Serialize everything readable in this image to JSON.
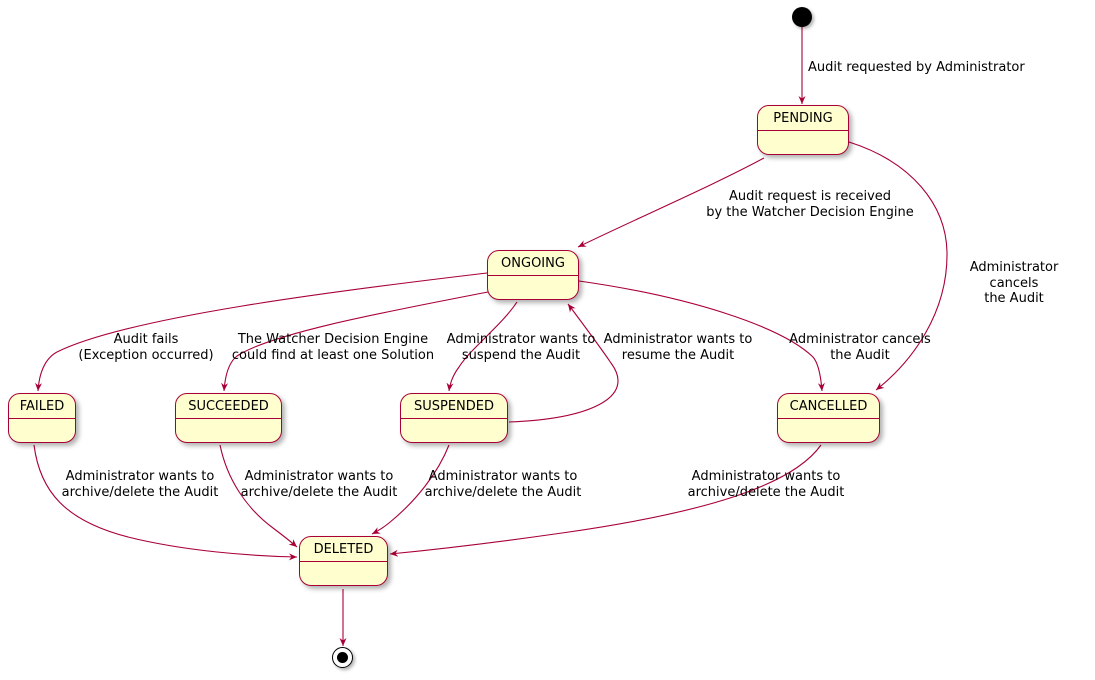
{
  "diagram": {
    "type": "state-machine",
    "colors": {
      "state_fill": "#fefece",
      "state_border": "#a80036",
      "edge": "#a80036",
      "text": "#000000",
      "background": "#ffffff"
    },
    "states": {
      "pending": "PENDING",
      "ongoing": "ONGOING",
      "failed": "FAILED",
      "succeeded": "SUCCEEDED",
      "suspended": "SUSPENDED",
      "cancelled": "CANCELLED",
      "deleted": "DELETED"
    },
    "edges": [
      {
        "from": "initial",
        "to": "pending",
        "label": "Audit requested by Administrator"
      },
      {
        "from": "pending",
        "to": "ongoing",
        "label": "Audit request is received\nby the Watcher Decision Engine"
      },
      {
        "from": "pending",
        "to": "cancelled",
        "label": "Administrator cancels\nthe Audit"
      },
      {
        "from": "ongoing",
        "to": "failed",
        "label": "Audit fails\n(Exception occurred)"
      },
      {
        "from": "ongoing",
        "to": "succeeded",
        "label": "The Watcher Decision Engine\ncould find at least one Solution"
      },
      {
        "from": "ongoing",
        "to": "suspended",
        "label": "Administrator wants to\nsuspend the Audit"
      },
      {
        "from": "suspended",
        "to": "ongoing",
        "label": "Administrator wants to\nresume the Audit"
      },
      {
        "from": "ongoing",
        "to": "cancelled",
        "label": "Administrator cancels\nthe Audit"
      },
      {
        "from": "failed",
        "to": "deleted",
        "label": "Administrator wants to\narchive/delete the Audit"
      },
      {
        "from": "succeeded",
        "to": "deleted",
        "label": "Administrator wants to\narchive/delete the Audit"
      },
      {
        "from": "suspended",
        "to": "deleted",
        "label": "Administrator wants to\narchive/delete the Audit"
      },
      {
        "from": "cancelled",
        "to": "deleted",
        "label": "Administrator wants to\narchive/delete the Audit"
      },
      {
        "from": "deleted",
        "to": "final",
        "label": ""
      }
    ]
  }
}
